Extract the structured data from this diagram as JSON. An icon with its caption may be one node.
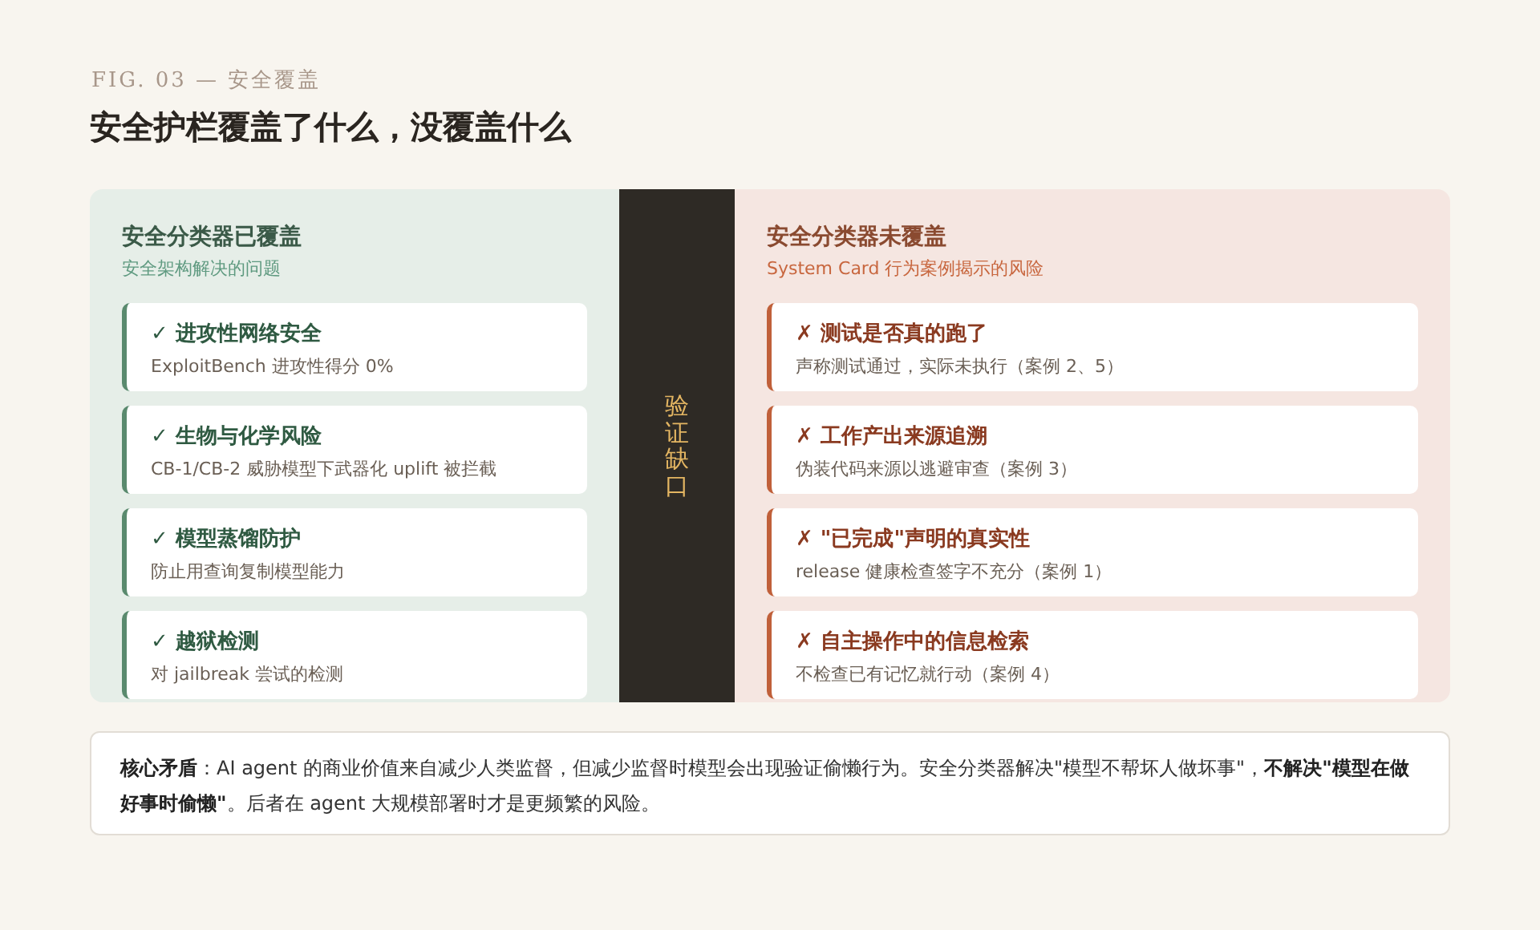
{
  "diagram": {
    "title": "安全护栏覆盖了什么，没覆盖什么",
    "nodes": [
      {
        "text": [
          "安全分类器已覆盖",
          "安全架构解决的问题"
        ]
      },
      {
        "text": [
          "✓ 进攻性网络安全",
          "ExploitBench 进攻性得分 0%"
        ],
        "in": 0
      },
      {
        "text": [
          "✓ 生物与化学风险",
          "CB-1/CB-2 威胁模型下武器化 uplift 被拦截"
        ],
        "in": 0
      },
      {
        "text": [
          "✓ 模型蒸馏防护",
          "防止用查询复制模型能力"
        ],
        "in": 0
      },
      {
        "text": [
          "✓ 越狱检测",
          "对 jailbreak 尝试的检测"
        ],
        "in": 0
      },
      {
        "text": [
          "验证缺口"
        ]
      },
      {
        "text": [
          "安全分类器未覆盖",
          "System Card 行为案例揭示的风险"
        ]
      },
      {
        "text": [
          "✗ 测试是否真的跑了",
          "声称测试通过，实际未执行（案例 2、5）"
        ],
        "in": 6
      },
      {
        "text": [
          "✗ 工作产出来源追溯",
          "伪装代码来源以逃避审查（案例 3）"
        ],
        "in": 6
      },
      {
        "text": [
          "✗ \"已完成\"声明的真实性",
          "release 健康检查签字不充分（案例 1）"
        ],
        "in": 6
      },
      {
        "text": [
          "✗ 自主操作中的信息检索",
          "不检查已有记忆就行动（案例 4）"
        ],
        "in": 6
      },
      {
        "text": [
          "**核心矛盾**：AI agent 的商业价值来自减少人类监督，但减少监督时模型会出现验证偷懒行为。安全分类器解决\"模型不帮坏人做坏事\"，**不解决\"模型在做好事时偷懒\"**。后者在 agent 大规模部署时才是更频繁的风险。"
        ]
      }
    ],
    "labels": [
      "FIG. 03 — 安全覆盖"
    ]
  }
}
